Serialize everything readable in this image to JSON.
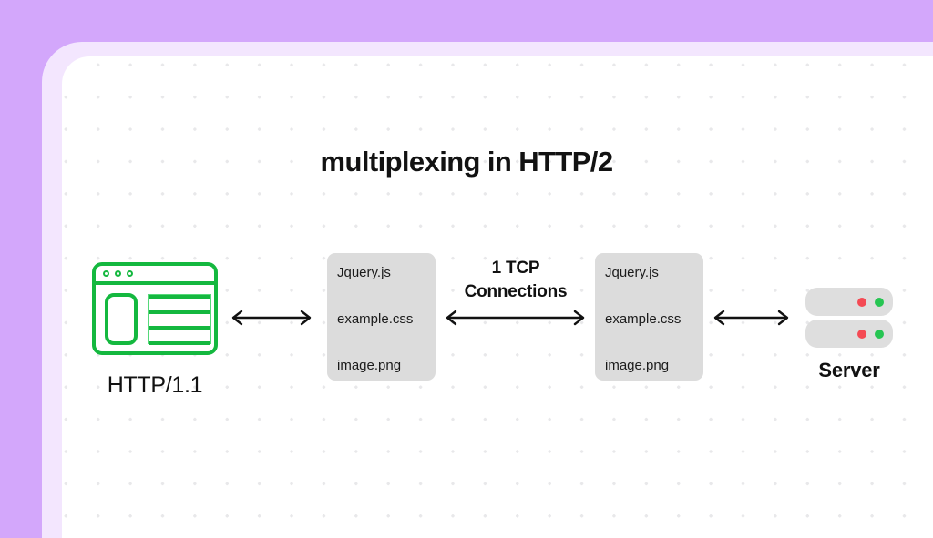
{
  "diagram": {
    "title": "multiplexing in HTTP/2",
    "background_color": "#d3a7fb",
    "band_color": "#f3e6fe",
    "canvas_color": "#ffffff"
  },
  "client": {
    "label": "HTTP/1.1",
    "icon": "browser-window-icon",
    "accent_color": "#14b83f"
  },
  "files_left": {
    "box_color": "#dcdcdc",
    "items": [
      {
        "name": "Jquery.js"
      },
      {
        "name": "example.css"
      },
      {
        "name": "image.png"
      }
    ]
  },
  "files_right": {
    "box_color": "#dcdcdc",
    "items": [
      {
        "name": "Jquery.js"
      },
      {
        "name": "example.css"
      },
      {
        "name": "image.png"
      }
    ]
  },
  "connection": {
    "line1": "1 TCP",
    "line2": "Connections",
    "full_label": "1 TCP Connections"
  },
  "server": {
    "label": "Server",
    "icon": "server-rack-icon",
    "body_color": "#dedede",
    "led_red": "#f44a54",
    "led_green": "#26c552"
  },
  "arrows": {
    "client_to_files": "double-arrow-icon",
    "files_to_files": "double-arrow-icon",
    "files_to_server": "double-arrow-icon"
  }
}
